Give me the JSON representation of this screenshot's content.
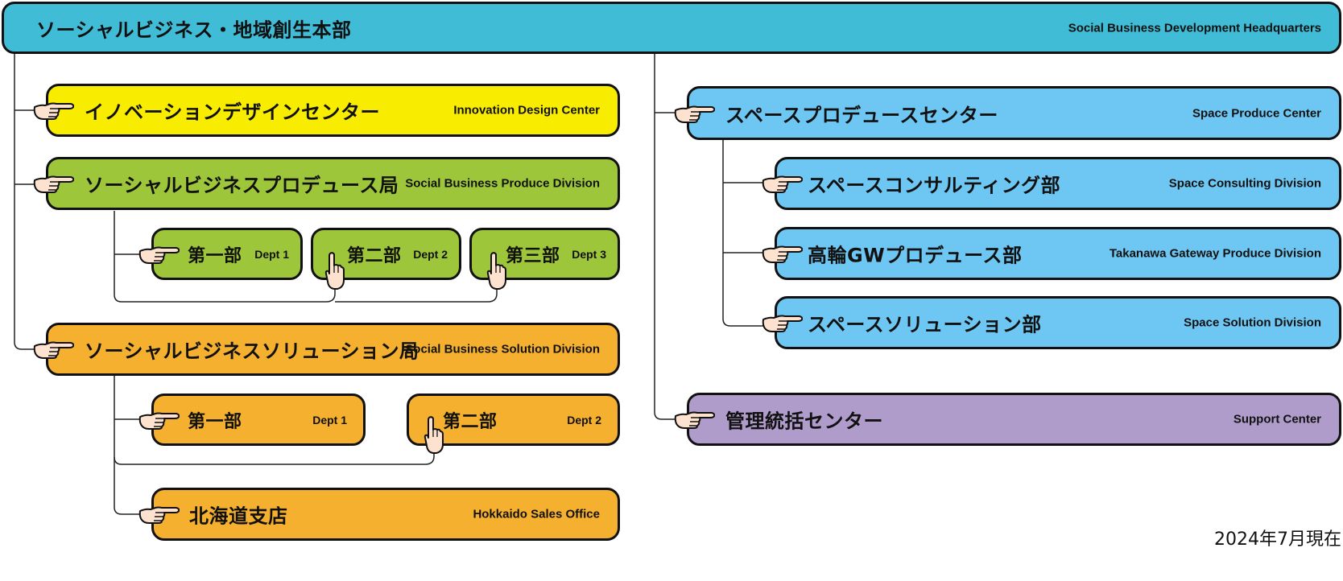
{
  "header": {
    "title": "ソーシャルビジネス・地域創生本部",
    "title_en": "Social Business Development Headquarters"
  },
  "left": {
    "innovation": {
      "jp": "イノベーションデザインセンター",
      "en": "Innovation Design Center"
    },
    "produce": {
      "jp": "ソーシャルビジネスプロデュース局",
      "en": "Social Business Produce Division",
      "depts": [
        {
          "jp": "第一部",
          "en": "Dept 1"
        },
        {
          "jp": "第二部",
          "en": "Dept 2"
        },
        {
          "jp": "第三部",
          "en": "Dept 3"
        }
      ]
    },
    "solution": {
      "jp": "ソーシャルビジネスソリューション局",
      "en": "Social Business Solution Division",
      "depts": [
        {
          "jp": "第一部",
          "en": "Dept 1"
        },
        {
          "jp": "第二部",
          "en": "Dept 2"
        }
      ],
      "branch": {
        "jp": "北海道支店",
        "en": "Hokkaido Sales Office"
      }
    }
  },
  "right": {
    "space": {
      "jp": "スペースプロデュースセンター",
      "en": "Space Produce Center",
      "divisions": [
        {
          "jp": "スペースコンサルティング部",
          "en": "Space Consulting Division"
        },
        {
          "jp": "高輪GWプロデュース部",
          "en": "Takanawa Gateway Produce Division"
        },
        {
          "jp": "スペースソリューション部",
          "en": "Space Solution Division"
        }
      ]
    },
    "support": {
      "jp": "管理統括センター",
      "en": "Support Center"
    }
  },
  "note": "2024年7月現在",
  "colors": {
    "headquarters": "#40bcd6",
    "innovation": "#f8ec00",
    "produce": "#9ec63a",
    "solution": "#f4b02e",
    "space": "#6ec7f2",
    "support": "#b09ccb",
    "hand": "#fde3cf"
  },
  "icons": {
    "side": "pointing-hand-icon",
    "up": "pointing-up-hand-icon"
  }
}
